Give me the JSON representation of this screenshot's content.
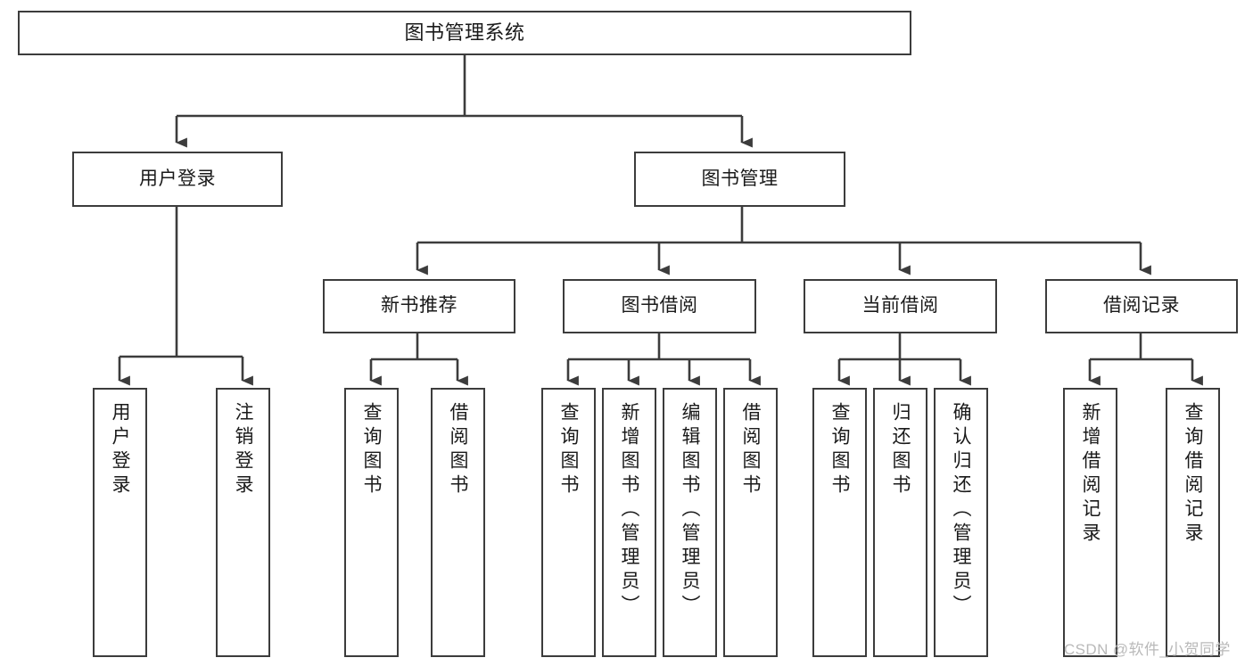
{
  "diagram": {
    "title": "图书管理系统",
    "type": "hierarchy-tree",
    "orientation": "top-down",
    "nodes": {
      "root": {
        "label": "图书管理系统"
      },
      "level2": [
        {
          "id": "user-login",
          "label": "用户登录"
        },
        {
          "id": "book-management",
          "label": "图书管理"
        }
      ],
      "level3": [
        {
          "id": "new-book-recommend",
          "label": "新书推荐"
        },
        {
          "id": "book-borrow",
          "label": "图书借阅"
        },
        {
          "id": "current-borrow",
          "label": "当前借阅"
        },
        {
          "id": "borrow-record",
          "label": "借阅记录"
        }
      ],
      "leaves": [
        {
          "id": "leaf-user-login",
          "label": "用户登录",
          "parent": "user-login"
        },
        {
          "id": "leaf-logout-login",
          "label": "注销登录",
          "parent": "user-login"
        },
        {
          "id": "leaf-query-book-1",
          "label": "查询图书",
          "parent": "new-book-recommend"
        },
        {
          "id": "leaf-borrow-book-1",
          "label": "借阅图书",
          "parent": "new-book-recommend"
        },
        {
          "id": "leaf-query-book-2",
          "label": "查询图书",
          "parent": "book-borrow"
        },
        {
          "id": "leaf-add-book",
          "label": "新增图书（管理员）",
          "parent": "book-borrow"
        },
        {
          "id": "leaf-edit-book",
          "label": "编辑图书（管理员）",
          "parent": "book-borrow"
        },
        {
          "id": "leaf-borrow-book-2",
          "label": "借阅图书",
          "parent": "book-borrow"
        },
        {
          "id": "leaf-query-book-3",
          "label": "查询图书",
          "parent": "current-borrow"
        },
        {
          "id": "leaf-return-book",
          "label": "归还图书",
          "parent": "current-borrow"
        },
        {
          "id": "leaf-confirm-return",
          "label": "确认归还（管理员）",
          "parent": "current-borrow"
        },
        {
          "id": "leaf-add-record",
          "label": "新增借阅记录",
          "parent": "borrow-record"
        },
        {
          "id": "leaf-query-record",
          "label": "查询借阅记录",
          "parent": "borrow-record"
        }
      ]
    },
    "colors": {
      "stroke": "#3c3c3c",
      "fill": "#ffffff",
      "text": "#1a1a1a",
      "watermark": "#b9b9b9"
    }
  },
  "watermark": {
    "text": "CSDN @软件_小贺同学"
  }
}
